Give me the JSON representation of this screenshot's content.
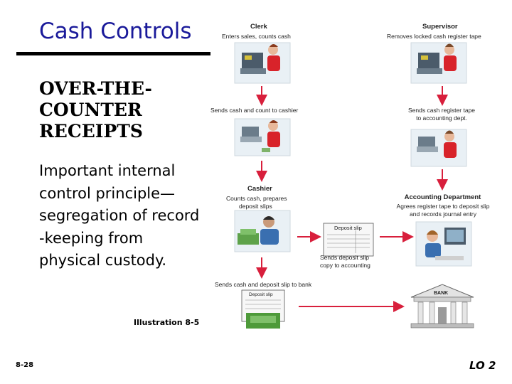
{
  "slide": {
    "title": "Cash Controls",
    "subhead": [
      "OVER-THE-",
      "COUNTER",
      "RECEIPTS"
    ],
    "principle": [
      "Important internal",
      "control principle—",
      "segregation of record",
      "-keeping from",
      "physical custody."
    ],
    "illustration": "Illustration 8-5",
    "slide_number": "8-28",
    "lo": "LO 2"
  },
  "diagram": {
    "clerk_title": "Clerk",
    "clerk_desc": "Enters sales, counts cash",
    "supervisor_title": "Supervisor",
    "supervisor_desc": "Removes locked cash register tape",
    "send_cash_count": "Sends cash and count to cashier",
    "send_tape": [
      "Sends cash register tape",
      "to accounting dept."
    ],
    "cashier_title": "Cashier",
    "cashier_desc": [
      "Counts cash, prepares",
      "deposit slips"
    ],
    "accounting_title": "Accounting Department",
    "accounting_desc": [
      "Agrees register tape to deposit slip",
      "and records journal entry"
    ],
    "deposit_slip": "Deposit slip",
    "send_slip_copy": [
      "Sends deposit slip",
      "copy to accounting"
    ],
    "send_bank": "Sends cash and deposit slip to bank",
    "deposit_slip_small": "Deposit slip",
    "bank": "BANK"
  },
  "colors": {
    "title": "#1a1a9a",
    "arrow": "#d81f3c",
    "shirt": "#d8232a",
    "money": "#4e9a3a"
  }
}
